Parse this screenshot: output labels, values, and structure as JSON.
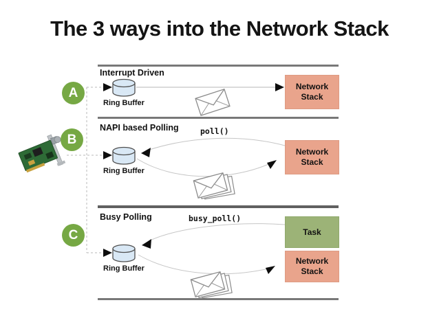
{
  "title": "The 3 ways into the Network Stack",
  "sections": [
    {
      "badge": "A",
      "label": "Interrupt Driven",
      "ring_buffer_label": "Ring Buffer",
      "boxes": [
        {
          "label": "Network Stack",
          "type": "network-stack"
        }
      ]
    },
    {
      "badge": "B",
      "label": "NAPI based Polling",
      "call_label": "poll()",
      "ring_buffer_label": "Ring Buffer",
      "boxes": [
        {
          "label": "Network Stack",
          "type": "network-stack"
        }
      ]
    },
    {
      "badge": "C",
      "label": "Busy Polling",
      "call_label": "busy_poll()",
      "ring_buffer_label": "Ring Buffer",
      "boxes": [
        {
          "label": "Task",
          "type": "task"
        },
        {
          "label": "Network Stack",
          "type": "network-stack"
        }
      ]
    }
  ],
  "icons": {
    "nic": "network-interface-card",
    "envelope": "packet-envelope",
    "envelope_stack": "packet-envelope-stack",
    "ring_buffer": "ring-buffer-cylinder"
  },
  "colors": {
    "badge_green": "#76a844",
    "network_stack_box": "#e9a48c",
    "task_box": "#9cb377",
    "ring_buffer_fill": "#d9e8f5",
    "separator_gray": "#6e6e6e",
    "connector_gray": "#bdbdbd",
    "arrow_black": "#0d0d0d"
  }
}
